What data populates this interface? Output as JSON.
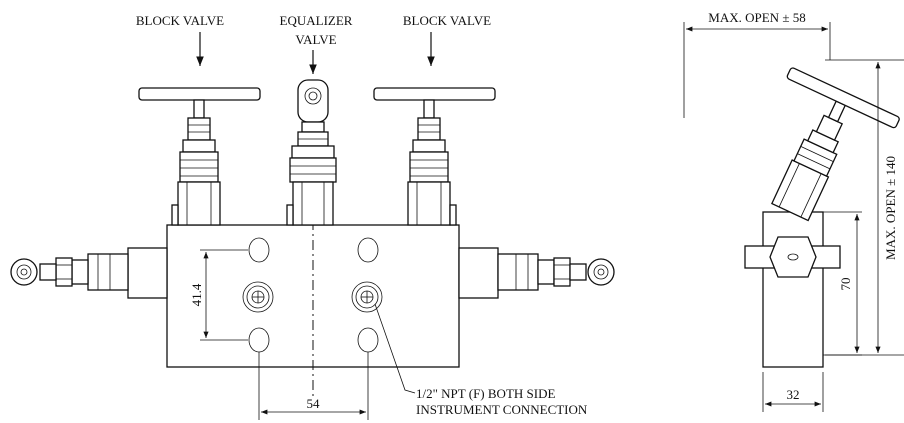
{
  "labels": {
    "block_valve_left": "BLOCK VALVE",
    "equalizer_line1": "EQUALIZER",
    "equalizer_line2": "VALVE",
    "block_valve_right": "BLOCK VALVE",
    "connection_line1": "1/2\" NPT (F) BOTH SIDE",
    "connection_line2": "INSTRUMENT CONNECTION"
  },
  "dimensions": {
    "port_spacing_vertical": "41.4",
    "port_spacing_horizontal": "54",
    "max_open_width": "MAX. OPEN ± 58",
    "max_open_height": "MAX. OPEN ± 140",
    "side_body_height": "70",
    "side_body_width": "32"
  }
}
